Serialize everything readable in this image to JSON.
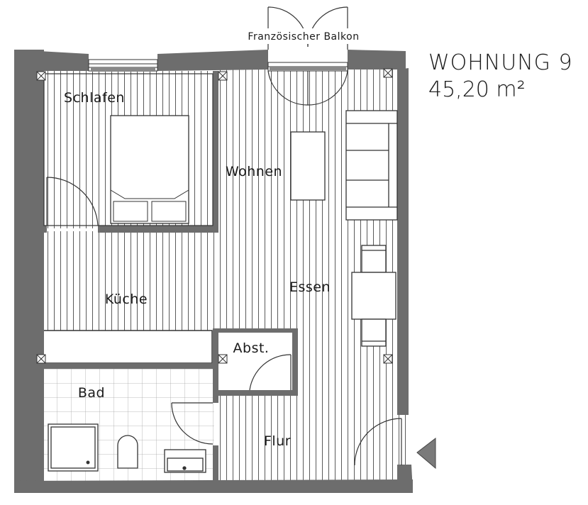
{
  "apartment": {
    "name": "WOHNUNG 9",
    "area": "45,20 m²"
  },
  "rooms": {
    "schlafen": "Schlafen",
    "wohnen": "Wohnen",
    "kueche": "Küche",
    "essen": "Essen",
    "abst": "Abst.",
    "bad": "Bad",
    "flur": "Flur"
  },
  "balcony": "Französischer Balkon",
  "colors": {
    "wall": "#6d6d6d",
    "line": "#333333",
    "hatch": "#555555",
    "tile": "#9a9a9a"
  }
}
